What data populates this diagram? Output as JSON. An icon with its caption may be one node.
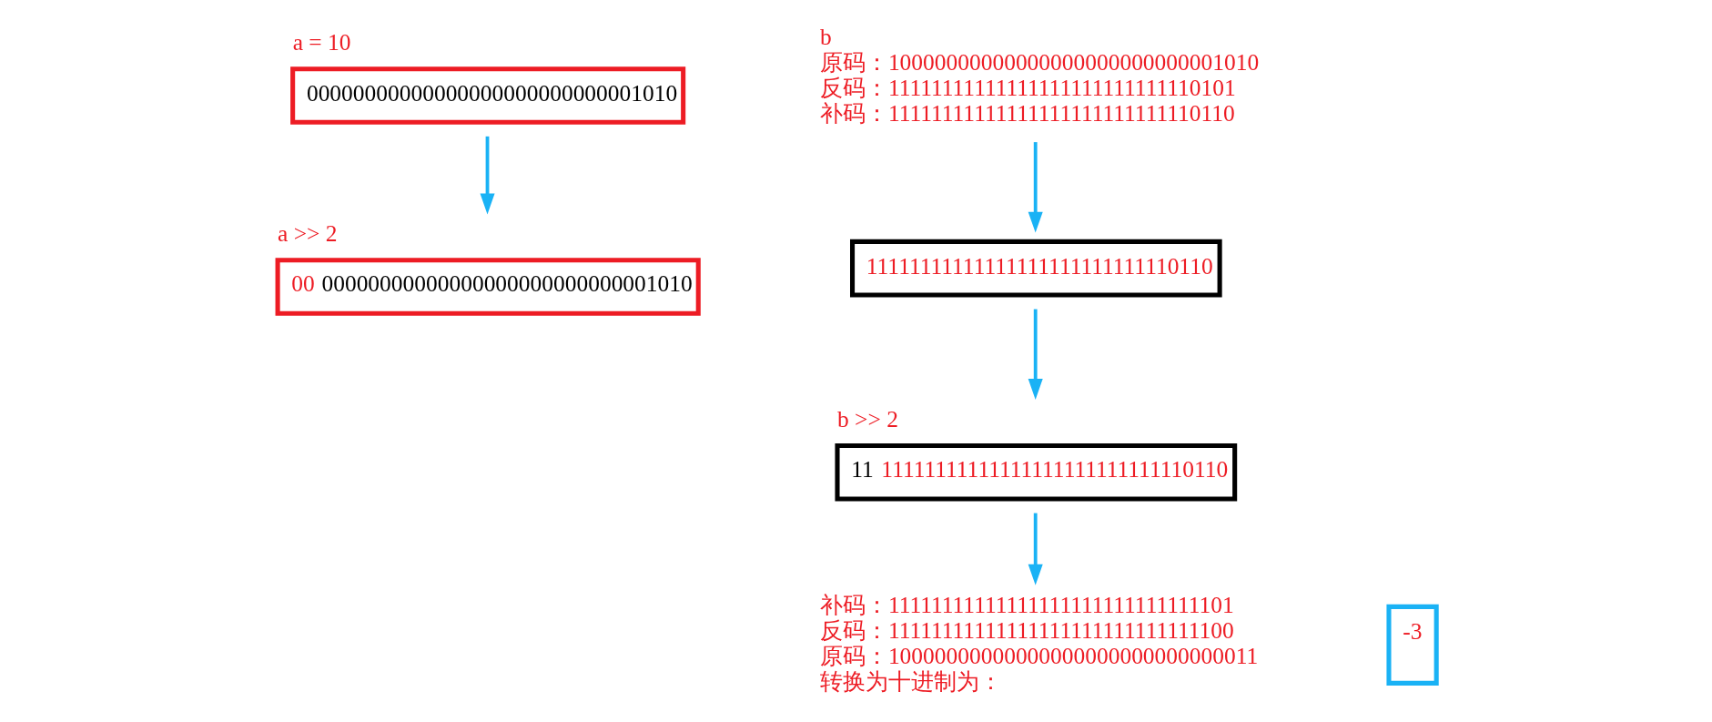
{
  "diagram": {
    "nodes": [
      {
        "text": [
          "00000000000000000000000000001010"
        ],
        "beside": [
          "a = 10"
        ]
      },
      {
        "text": [
          "00",
          "00000000000000000000000000001010"
        ],
        "beside": [
          "a >> 2"
        ]
      },
      {
        "text": [
          "b",
          "原码：10000000000000000000000000001010",
          "反码：11111111111111111111111111110101",
          "补码：11111111111111111111111111110110"
        ]
      },
      {
        "text": [
          "11111111111111111111111111110110"
        ]
      },
      {
        "text": [
          "11",
          "11111111111111111111111111110110"
        ],
        "beside": [
          "b >> 2"
        ]
      },
      {
        "text": [
          "补码：11111111111111111111111111111101",
          "反码：11111111111111111111111111111100",
          "原码：10000000000000000000000000000011",
          "转换为十进制为："
        ]
      },
      {
        "text": [
          "-3"
        ]
      }
    ],
    "edges": [
      {
        "from": 0,
        "to": 1,
        "arrow": "to"
      },
      {
        "from": 2,
        "to": 3,
        "arrow": "to"
      },
      {
        "from": 3,
        "to": 4,
        "arrow": "to"
      },
      {
        "from": 4,
        "to": 5,
        "arrow": "to"
      }
    ]
  }
}
